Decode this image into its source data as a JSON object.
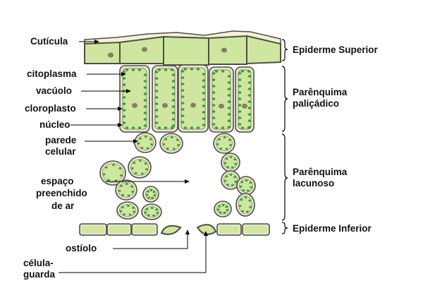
{
  "colors": {
    "cell_fill": "#cfe6a0",
    "cell_stroke": "#4f4f43",
    "cell_wall": "#e6e6cf",
    "cuticle": "#f3f1dc",
    "chloroplast": "#3f9a3a",
    "nucleus": "#8c7d62",
    "line": "#000000"
  },
  "labels": {
    "cuticula": "Cutícula",
    "citoplasma": "citoplasma",
    "vacuolo": "vacúolo",
    "cloroplasto": "cloroplasto",
    "nucleo": "núcleo",
    "parede_1": "parede",
    "parede_2": "celular",
    "espaco_1": "espaço",
    "espaco_2": "preenchido",
    "espaco_3": "de ar",
    "ostiolo": "ostíolo",
    "celula_1": "célula-",
    "celula_2": "guarda",
    "epiderme_superior": "Epiderme Superior",
    "paliçadico_1": "Parênquima",
    "paliçadico_2": "paliçádico",
    "lacunoso_1": "Parênquima",
    "lacunoso_2": "lacunoso",
    "epiderme_inferior": "Epiderme Inferior"
  }
}
